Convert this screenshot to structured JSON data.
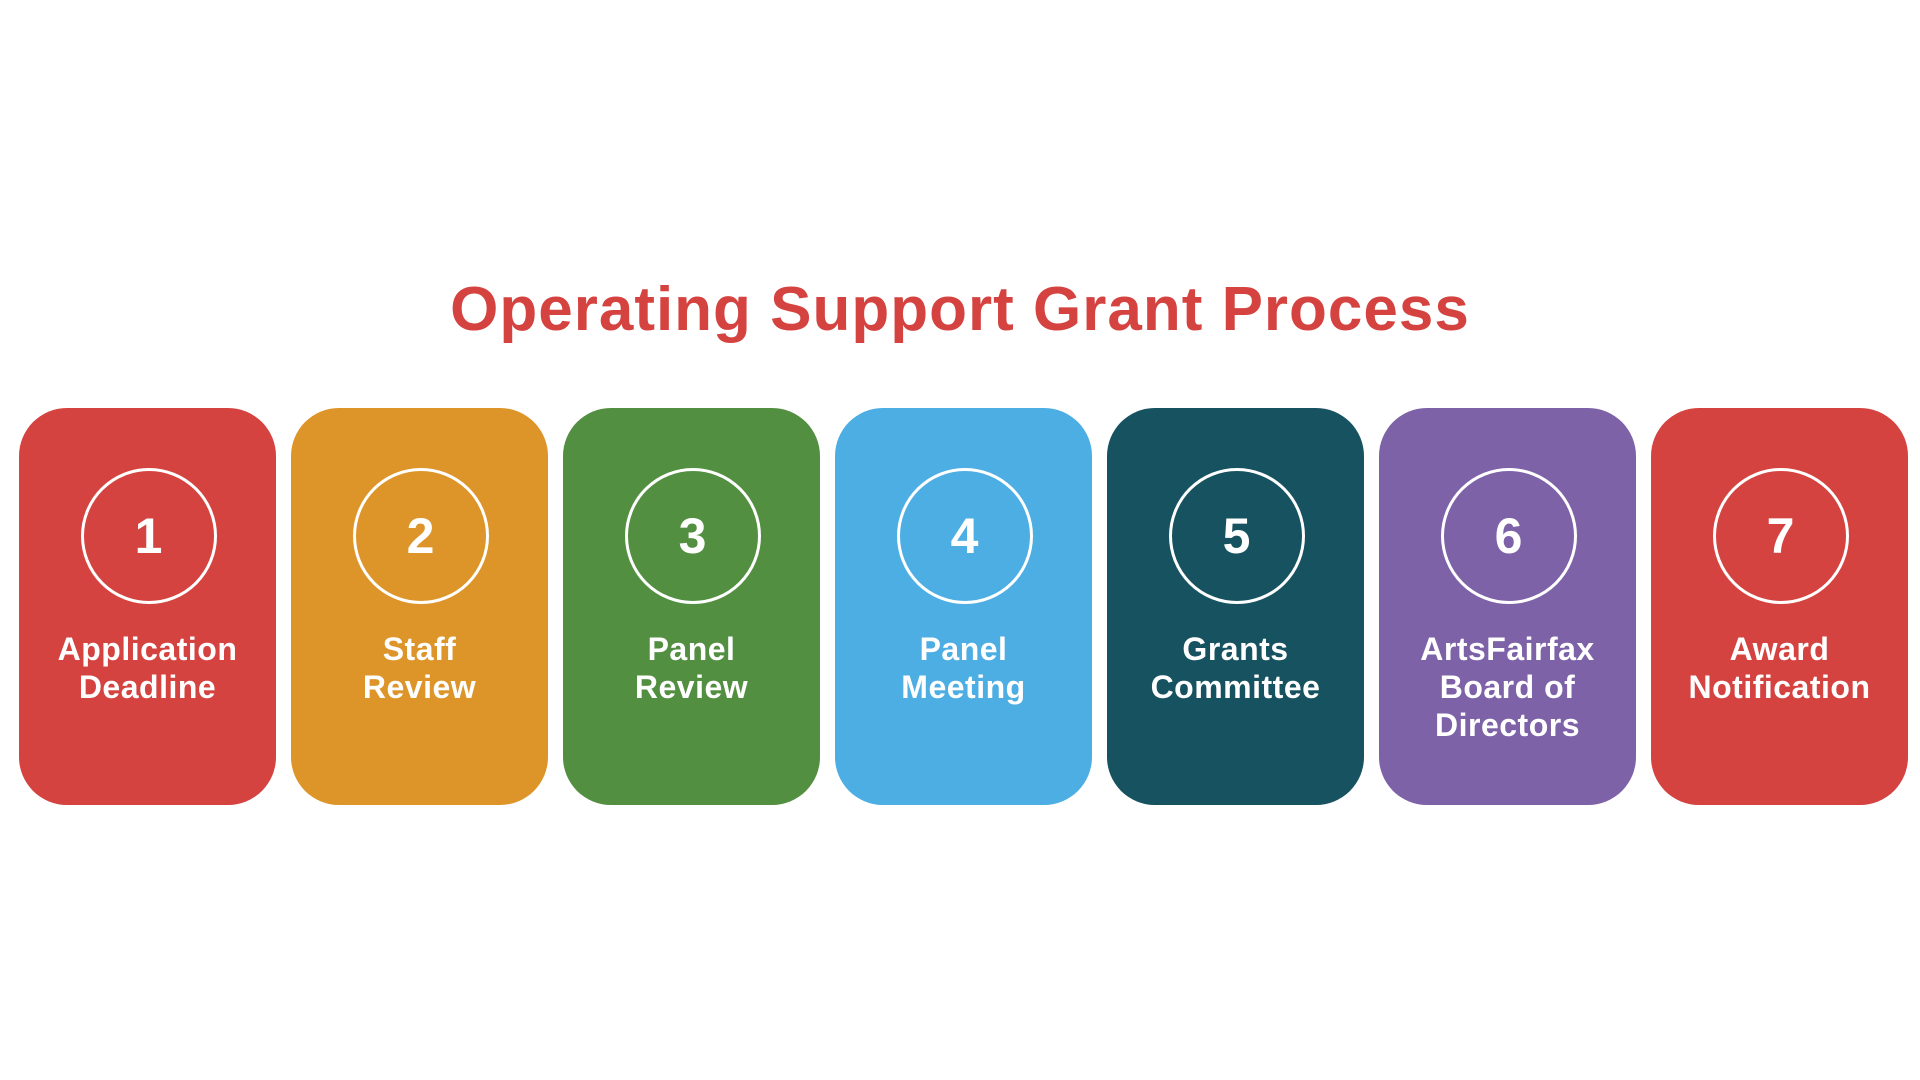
{
  "title": "Operating Support Grant Process",
  "steps": [
    {
      "number": "1",
      "lines": [
        "Application",
        "Deadline"
      ],
      "color": "#d54341"
    },
    {
      "number": "2",
      "lines": [
        "Staff",
        "Review"
      ],
      "color": "#dd9529"
    },
    {
      "number": "3",
      "lines": [
        "Panel",
        "Review"
      ],
      "color": "#538f41"
    },
    {
      "number": "4",
      "lines": [
        "Panel",
        "Meeting"
      ],
      "color": "#4daee3"
    },
    {
      "number": "5",
      "lines": [
        "Grants",
        "Committee"
      ],
      "color": "#175260"
    },
    {
      "number": "6",
      "lines": [
        "ArtsFairfax",
        "Board of",
        "Directors"
      ],
      "color": "#7e62a8"
    },
    {
      "number": "7",
      "lines": [
        "Award",
        "Notification"
      ],
      "color": "#d54341"
    }
  ]
}
